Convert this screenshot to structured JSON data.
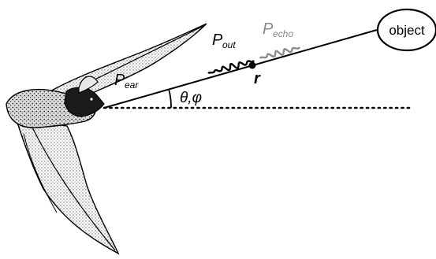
{
  "labels": {
    "ear_main": "P",
    "ear_sub": "ear",
    "out_main": "P",
    "out_sub": "out",
    "echo_main": "P",
    "echo_sub": "echo",
    "range": "r",
    "angles": "θ,φ",
    "object": "object"
  },
  "colors": {
    "outgoing_wave": "#000000",
    "echo_wave": "#8a8a8a",
    "line": "#000000"
  },
  "icons": {
    "bat": "bat-illustration",
    "object": "object-ellipse"
  }
}
